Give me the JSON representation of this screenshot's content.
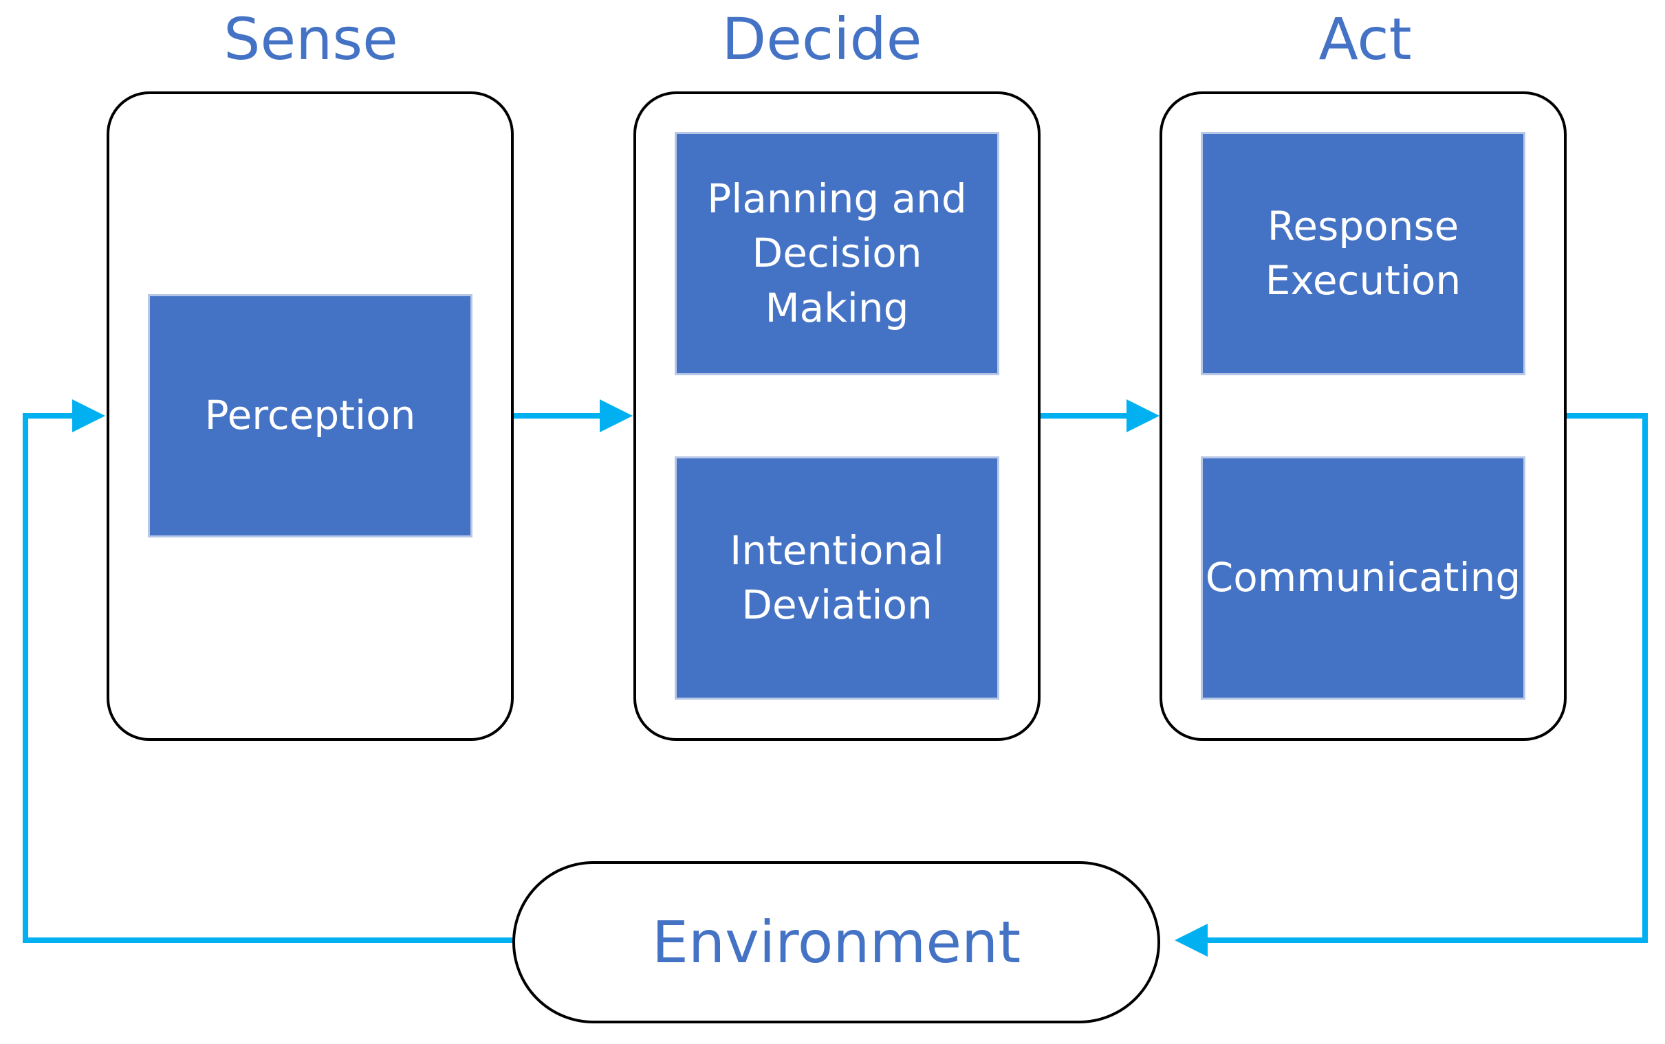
{
  "stages": {
    "sense": {
      "title": "Sense"
    },
    "decide": {
      "title": "Decide"
    },
    "act": {
      "title": "Act"
    }
  },
  "boxes": {
    "perception": "Perception",
    "planning": "Planning and\nDecision\nMaking",
    "deviation": "Intentional\nDeviation",
    "response": "Response\nExecution",
    "communicating": "Communicating"
  },
  "environment": {
    "label": "Environment"
  },
  "colors": {
    "title_text": "#4472c4",
    "box_fill": "#4472c4",
    "arrow": "#00b0f0",
    "outline": "#000000"
  }
}
